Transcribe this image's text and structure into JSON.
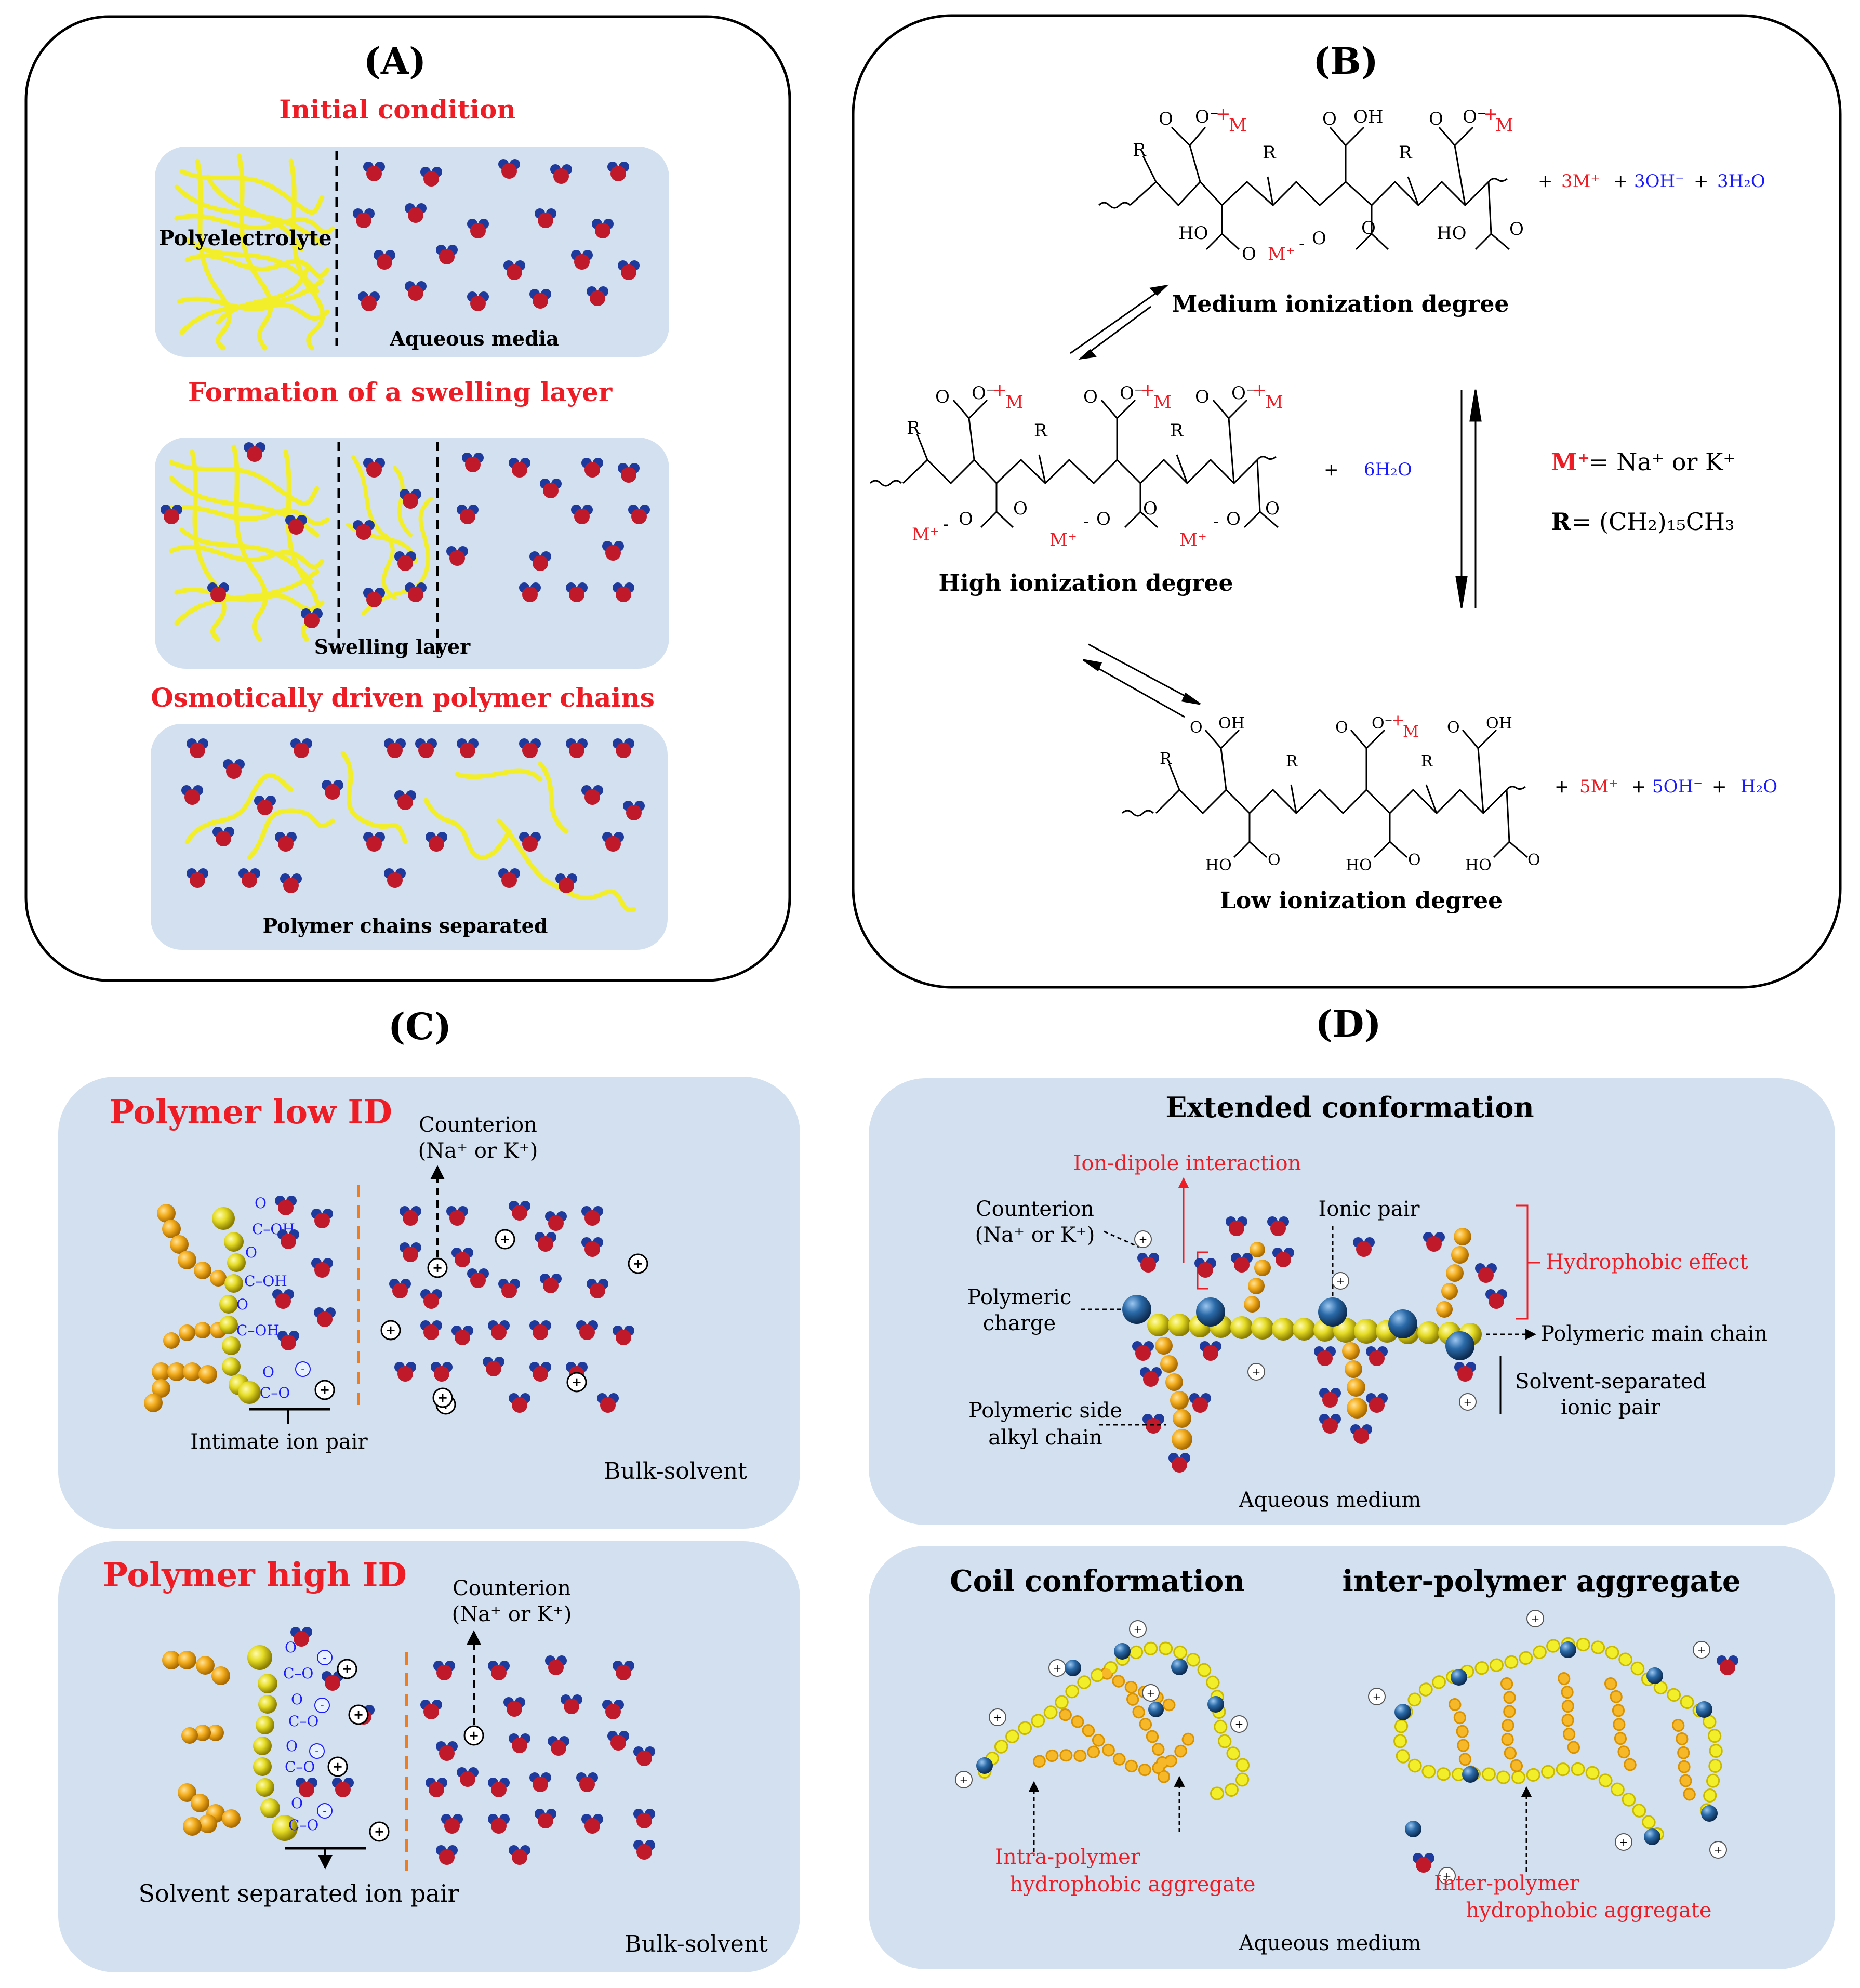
{
  "panelA": {
    "label": "(A)",
    "step1_title": "Initial condition",
    "polyelectrolyte": "Polyelectrolyte",
    "aqueous_media": "Aqueous media",
    "step2_title": "Formation of a swelling layer",
    "swelling_layer": "Swelling layer",
    "step3_title": "Osmotically driven polymer chains",
    "separated": "Polymer chains separated"
  },
  "panelB": {
    "label": "(B)",
    "medium": "Medium ionization degree",
    "high": "High ionization degree",
    "low": "Low ionization degree",
    "oh": "OH",
    "ho": "HO",
    "r": "R",
    "o": "O",
    "ominus": "O⁻",
    "m": "M",
    "mplus": "M⁺",
    "plus": "+",
    "minus": "-",
    "med_products": {
      "cation": "3M⁺",
      "hydroxide": "3OH⁻",
      "water": "3H₂O"
    },
    "high_products": {
      "water": "6H₂O"
    },
    "low_products": {
      "cation": "5M⁺",
      "hydroxide": "5OH⁻",
      "water": "H₂O"
    },
    "m_def_key": "M⁺",
    "m_def_val": "= Na⁺ or K⁺",
    "r_def_key": "R",
    "r_def_val": "= (CH₂)₁₅CH₃"
  },
  "panelC": {
    "label": "(C)",
    "low_title": "Polymer low ID",
    "high_title": "Polymer high ID",
    "counterion_1": "Counterion",
    "counterion_2": "(Na⁺ or K⁺)",
    "intimate": "Intimate ion pair",
    "solvent_sep": "Solvent separated ion pair",
    "bulk": "Bulk-solvent",
    "o": "O",
    "c_oh": "C–OH",
    "c_o": "C–O"
  },
  "panelD": {
    "label": "(D)",
    "extended": "Extended conformation",
    "ion_dipole": "Ion-dipole interaction",
    "counterion_1": "Counterion",
    "counterion_2": "(Na⁺ or K⁺)",
    "ionic_pair": "Ionic pair",
    "hydrophobic": "Hydrophobic effect",
    "charge_1": "Polymeric",
    "charge_2": "charge",
    "main_chain": "Polymeric main chain",
    "side_1": "Polymeric side",
    "side_2": "alkyl chain",
    "solv_sep_1": "Solvent-separated",
    "solv_sep_2": "ionic pair",
    "aqueous": "Aqueous medium",
    "coil": "Coil conformation",
    "inter_agg": "inter-polymer aggregate",
    "intra_hyd_1": "Intra-polymer",
    "intra_hyd_2": "hydrophobic aggregate",
    "inter_hyd_1": "Inter-polymer",
    "inter_hyd_2": "hydrophobic aggregate",
    "aqueous2": "Aqueous medium"
  },
  "colors": {
    "red": "#ee1c24",
    "blue": "#1a1aff",
    "panel_bg": "#d3e0ef",
    "yellow": "#f2ee2a",
    "orange": "#f5b21c",
    "navy_ion": "#1e5590",
    "water_o": "#c01a2a",
    "water_h": "#1d3a9c"
  }
}
